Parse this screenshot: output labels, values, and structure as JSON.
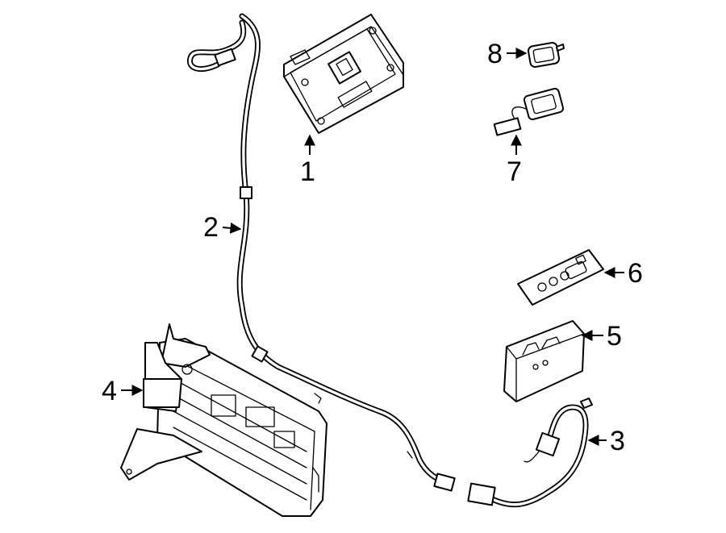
{
  "callouts": {
    "c1": "1",
    "c2": "2",
    "c3": "3",
    "c4": "4",
    "c5": "5",
    "c6": "6",
    "c7": "7",
    "c8": "8"
  },
  "parts": [
    {
      "callout": "1",
      "icon": "control-module-icon"
    },
    {
      "callout": "2",
      "icon": "wiring-harness-icon"
    },
    {
      "callout": "3",
      "icon": "cable-connector-icon"
    },
    {
      "callout": "4",
      "icon": "amplifier-bracket-icon"
    },
    {
      "callout": "5",
      "icon": "receiver-module-icon"
    },
    {
      "callout": "6",
      "icon": "faceplate-icon"
    },
    {
      "callout": "7",
      "icon": "usb-cable-icon"
    },
    {
      "callout": "8",
      "icon": "key-fob-icon"
    }
  ]
}
